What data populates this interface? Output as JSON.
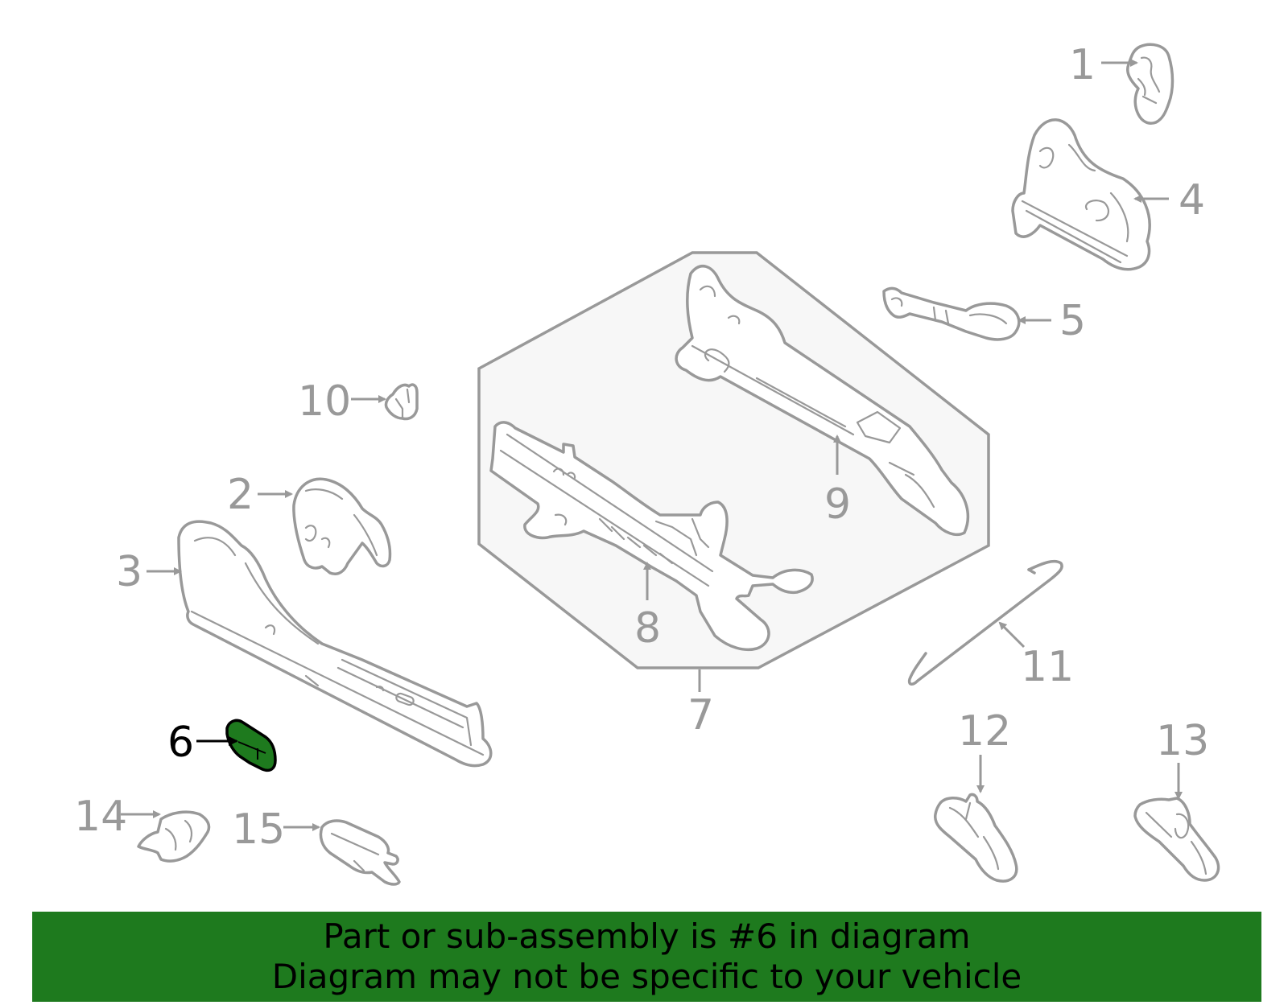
{
  "callouts": [
    {
      "id": "1",
      "label": "1",
      "highlighted": false
    },
    {
      "id": "2",
      "label": "2",
      "highlighted": false
    },
    {
      "id": "3",
      "label": "3",
      "highlighted": false
    },
    {
      "id": "4",
      "label": "4",
      "highlighted": false
    },
    {
      "id": "5",
      "label": "5",
      "highlighted": false
    },
    {
      "id": "6",
      "label": "6",
      "highlighted": true
    },
    {
      "id": "7",
      "label": "7",
      "highlighted": false
    },
    {
      "id": "8",
      "label": "8",
      "highlighted": false
    },
    {
      "id": "9",
      "label": "9",
      "highlighted": false
    },
    {
      "id": "10",
      "label": "10",
      "highlighted": false
    },
    {
      "id": "11",
      "label": "11",
      "highlighted": false
    },
    {
      "id": "12",
      "label": "12",
      "highlighted": false
    },
    {
      "id": "13",
      "label": "13",
      "highlighted": false
    },
    {
      "id": "14",
      "label": "14",
      "highlighted": false
    },
    {
      "id": "15",
      "label": "15",
      "highlighted": false
    }
  ],
  "banner": {
    "line1": "Part or sub-assembly is #6 in diagram",
    "line2": "Diagram may not be specific to your vehicle"
  },
  "colors": {
    "highlight": "#1e7a1e",
    "line_art": "#999999",
    "highlight_label": "#000000"
  }
}
